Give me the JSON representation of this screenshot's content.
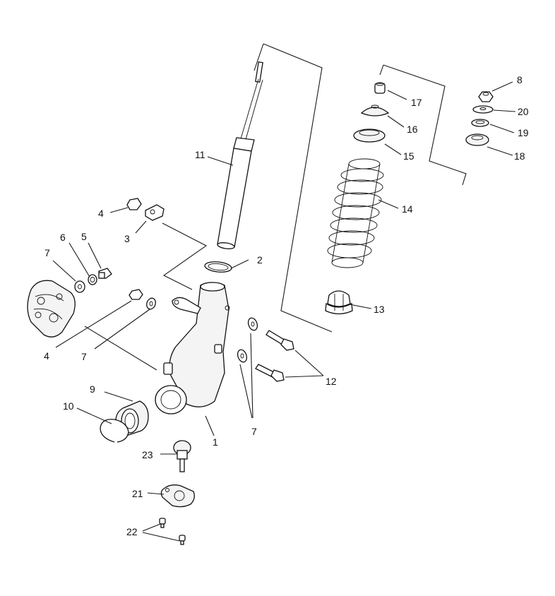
{
  "callouts": [
    {
      "id": "c1",
      "text": "1"
    },
    {
      "id": "c2",
      "text": "2"
    },
    {
      "id": "c3",
      "text": "3"
    },
    {
      "id": "c4a",
      "text": "4"
    },
    {
      "id": "c4b",
      "text": "4"
    },
    {
      "id": "c5",
      "text": "5"
    },
    {
      "id": "c6",
      "text": "6"
    },
    {
      "id": "c7a",
      "text": "7"
    },
    {
      "id": "c7b",
      "text": "7"
    },
    {
      "id": "c7c",
      "text": "7"
    },
    {
      "id": "c8",
      "text": "8"
    },
    {
      "id": "c9",
      "text": "9"
    },
    {
      "id": "c10",
      "text": "10"
    },
    {
      "id": "c11",
      "text": "11"
    },
    {
      "id": "c12",
      "text": "12"
    },
    {
      "id": "c13",
      "text": "13"
    },
    {
      "id": "c14",
      "text": "14"
    },
    {
      "id": "c15",
      "text": "15"
    },
    {
      "id": "c16",
      "text": "16"
    },
    {
      "id": "c17",
      "text": "17"
    },
    {
      "id": "c18",
      "text": "18"
    },
    {
      "id": "c19",
      "text": "19"
    },
    {
      "id": "c20",
      "text": "20"
    },
    {
      "id": "c21",
      "text": "21"
    },
    {
      "id": "c22",
      "text": "22"
    },
    {
      "id": "c23",
      "text": "23"
    }
  ]
}
